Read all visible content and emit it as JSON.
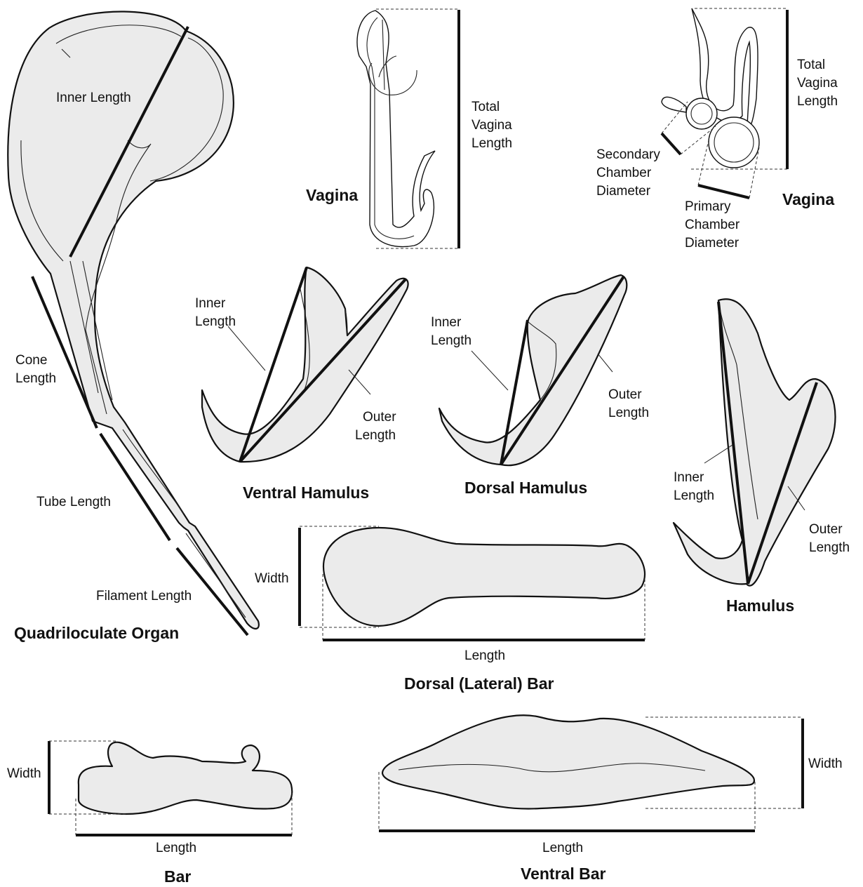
{
  "quadriloculate_organ": {
    "title": "Quadriloculate Organ",
    "inner_length": "Inner Length",
    "cone_length": [
      "Cone",
      "Length"
    ],
    "tube_length": "Tube Length",
    "filament_length": "Filament Length"
  },
  "vagina_left": {
    "title": "Vagina",
    "total_length": [
      "Total",
      "Vagina",
      "Length"
    ]
  },
  "vagina_right": {
    "title": "Vagina",
    "total_length": [
      "Total",
      "Vagina",
      "Length"
    ],
    "secondary_chamber": [
      "Secondary",
      "Chamber",
      "Diameter"
    ],
    "primary_chamber": [
      "Primary",
      "Chamber",
      "Diameter"
    ]
  },
  "ventral_hamulus": {
    "title": "Ventral Hamulus",
    "inner_length": [
      "Inner",
      "Length"
    ],
    "outer_length": [
      "Outer",
      "Length"
    ]
  },
  "dorsal_hamulus": {
    "title": "Dorsal Hamulus",
    "inner_length": [
      "Inner",
      "Length"
    ],
    "outer_length": [
      "Outer",
      "Length"
    ]
  },
  "hamulus": {
    "title": "Hamulus",
    "inner_length": [
      "Inner",
      "Length"
    ],
    "outer_length": [
      "Outer",
      "Length"
    ]
  },
  "dorsal_bar": {
    "title": "Dorsal (Lateral) Bar",
    "width": "Width",
    "length": "Length"
  },
  "bar": {
    "title": "Bar",
    "width": "Width",
    "length": "Length"
  },
  "ventral_bar": {
    "title": "Ventral Bar",
    "width": "Width",
    "length": "Length"
  }
}
